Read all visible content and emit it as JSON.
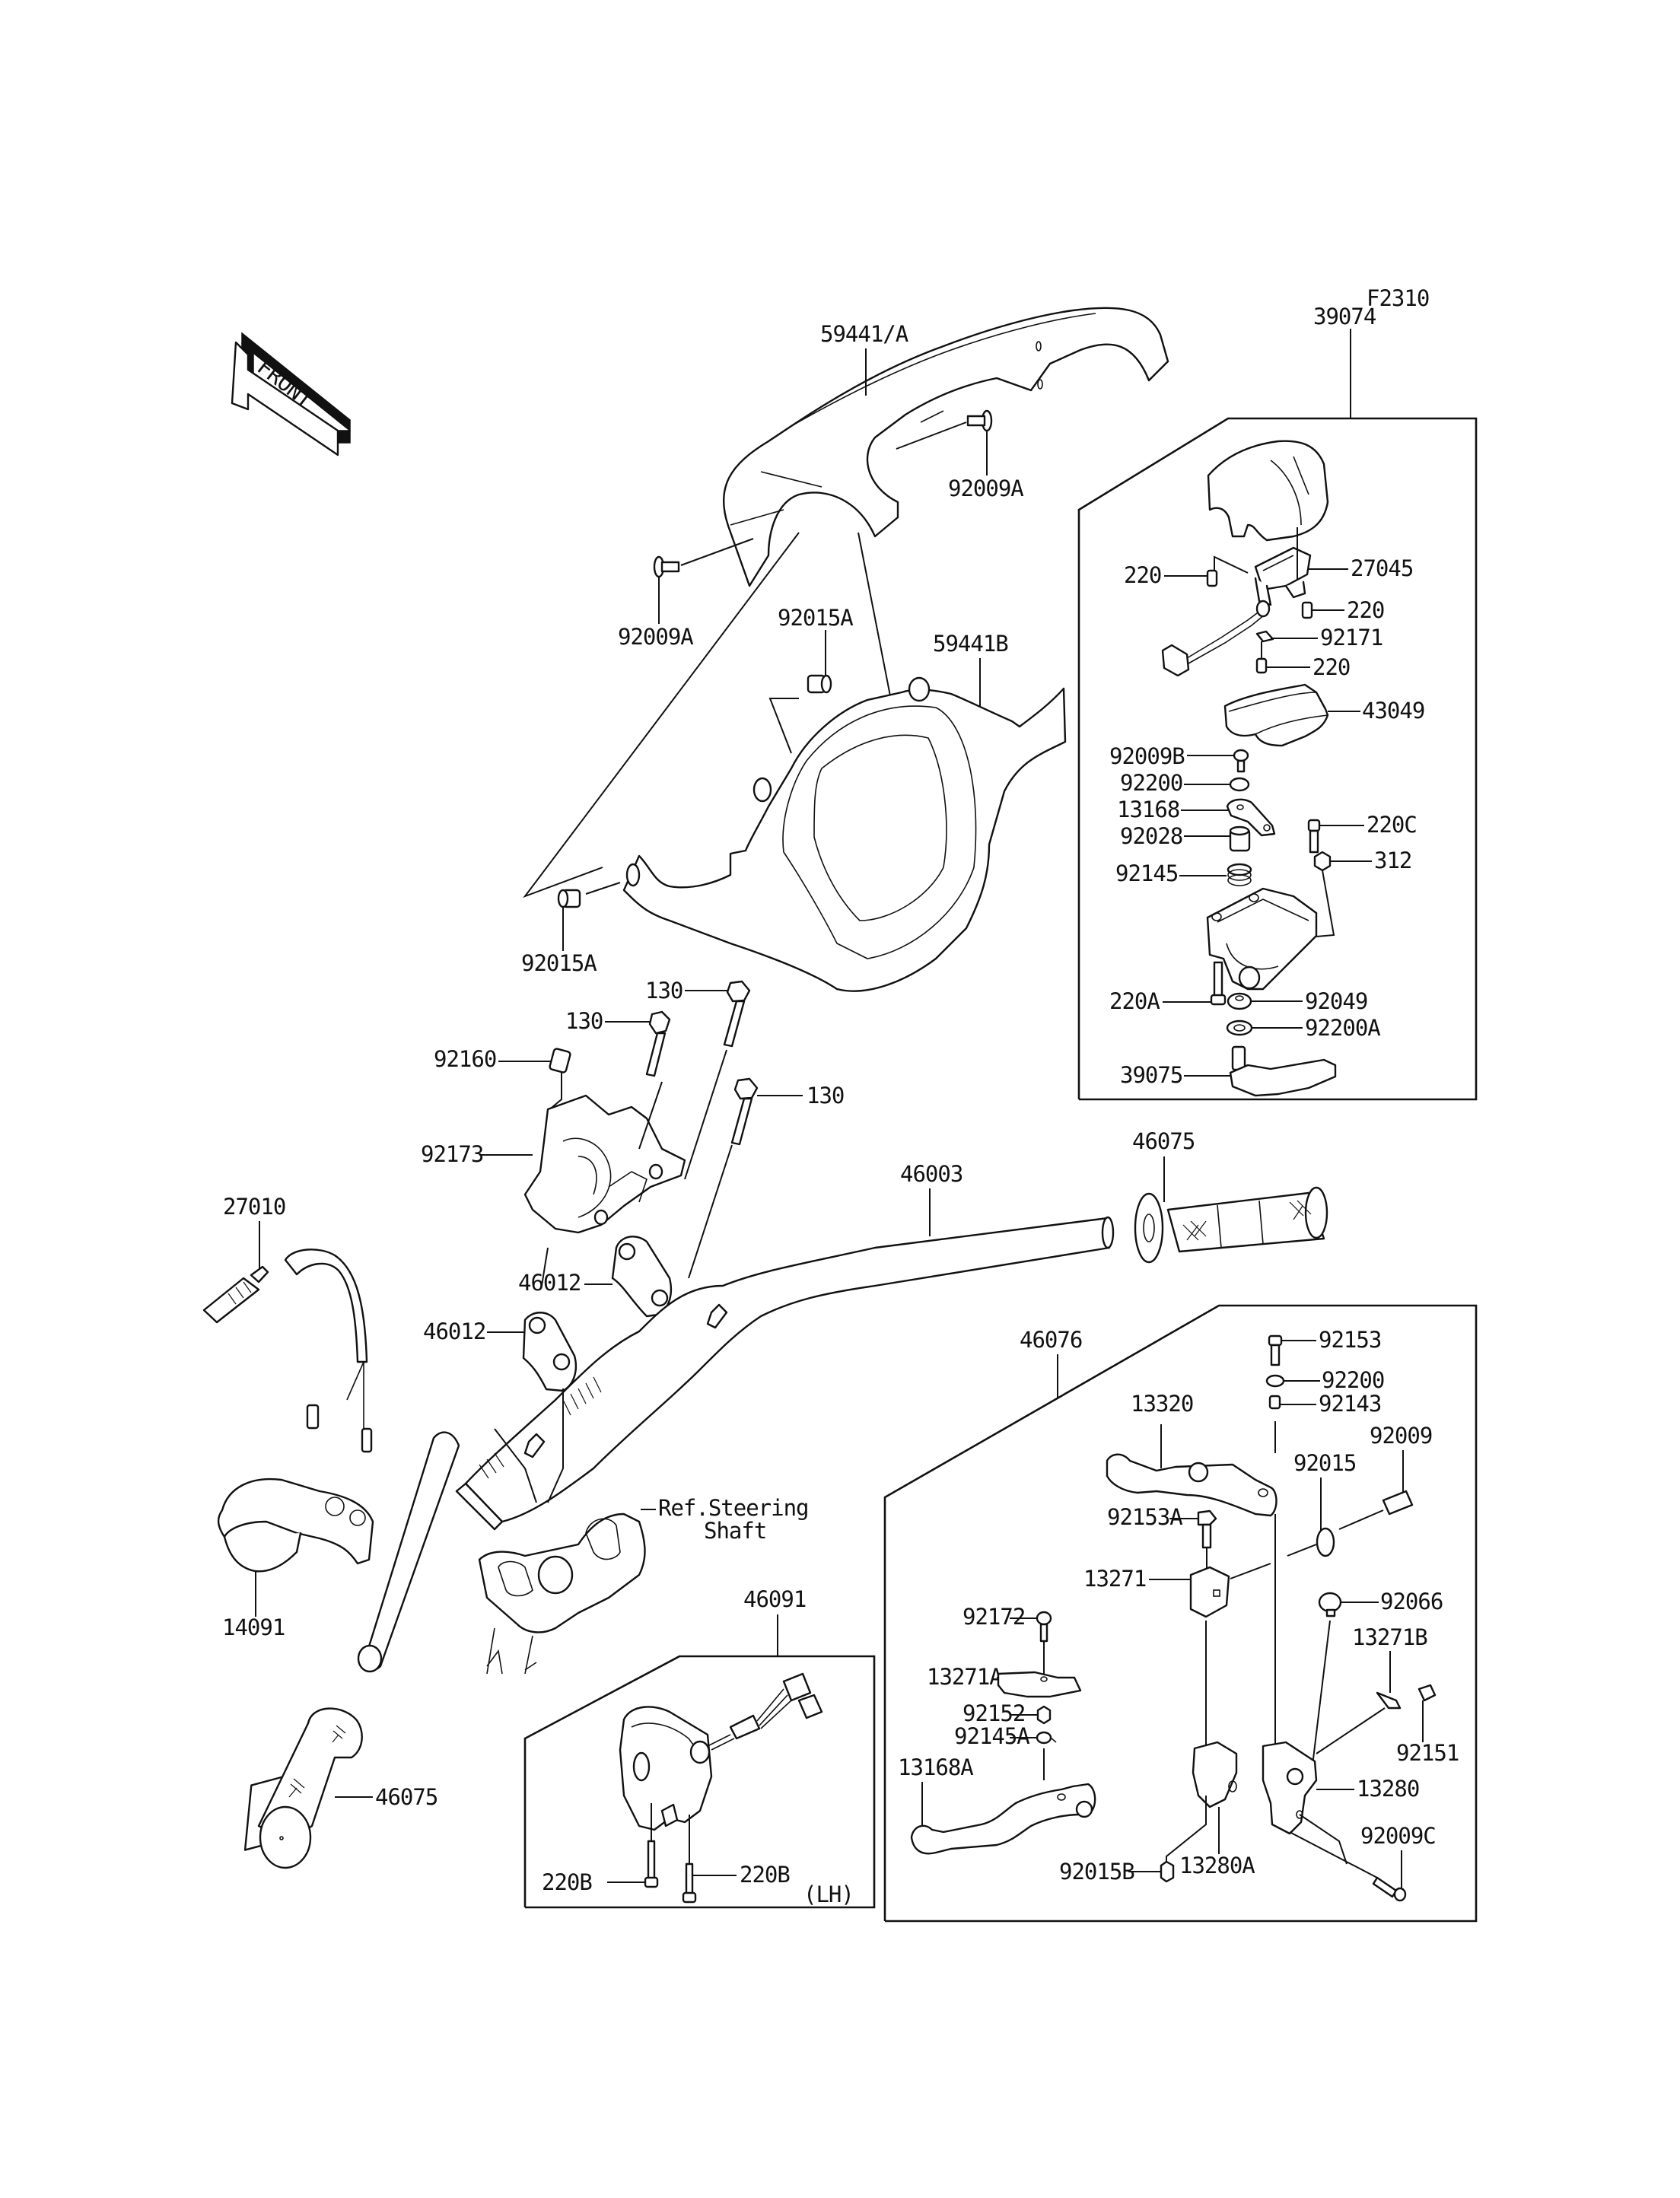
{
  "diagram": {
    "figure_id": "F2310",
    "front_indicator": "FRONT",
    "side_note": "(LH)",
    "reference_note_line1": "Ref.Steering",
    "reference_note_line2": "Shaft"
  },
  "assemblies": {
    "throttle_case_assembly": "39074",
    "brake_lever_assembly": "46076",
    "lh_switch_assembly": "46091"
  },
  "labels": {
    "p59441_A": "59441/A",
    "p92009A_top": "92009A",
    "p92009A_left": "92009A",
    "p92015A_top": "92015A",
    "p59441B": "59441B",
    "p92015A_bottom": "92015A",
    "p39074": "39074",
    "p220_a": "220",
    "p27045": "27045",
    "p220_b": "220",
    "p92171": "92171",
    "p220_c": "220",
    "p43049": "43049",
    "p92009B": "92009B",
    "p92200": "92200",
    "p13168": "13168",
    "p220C": "220C",
    "p92028": "92028",
    "p312": "312",
    "p92145": "92145",
    "p220A": "220A",
    "p92049": "92049",
    "p92200A": "92200A",
    "p39075": "39075",
    "p130_top": "130",
    "p130_mid": "130",
    "p130_right": "130",
    "p92160": "92160",
    "p92173": "92173",
    "p46003": "46003",
    "p46075_right": "46075",
    "p27010": "27010",
    "p46012_upper": "46012",
    "p46012_lower": "46012",
    "p46076": "46076",
    "p92153": "92153",
    "p92200_lever": "92200",
    "p92143": "92143",
    "p13320": "13320",
    "p92009": "92009",
    "p92015": "92015",
    "p92153A": "92153A",
    "p13271": "13271",
    "p92066": "92066",
    "p92172": "92172",
    "p13271B": "13271B",
    "p13271A": "13271A",
    "p92151": "92151",
    "p92152": "92152",
    "p92145A": "92145A",
    "p13168A": "13168A",
    "p13280": "13280",
    "p92009C": "92009C",
    "p92015B": "92015B",
    "p13280A": "13280A",
    "p14091": "14091",
    "p46091": "46091",
    "p46075_left": "46075",
    "p220B_left": "220B",
    "p220B_right": "220B"
  }
}
